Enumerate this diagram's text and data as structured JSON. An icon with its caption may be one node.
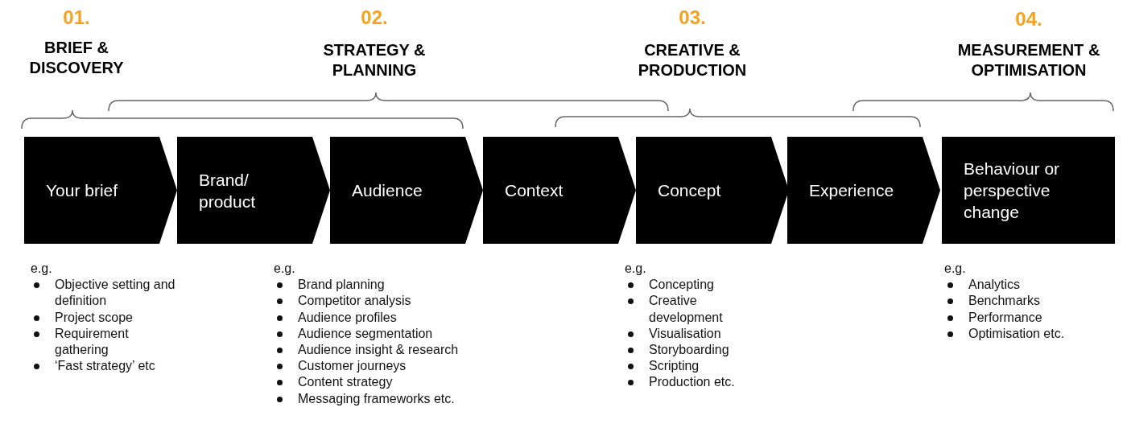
{
  "diagram": {
    "nodes": [
      {
        "text": [
          "Your brief"
        ]
      },
      {
        "text": [
          "Brand/ product"
        ]
      },
      {
        "text": [
          "Audience"
        ]
      },
      {
        "text": [
          "Context"
        ]
      },
      {
        "text": [
          "Concept"
        ]
      },
      {
        "text": [
          "Experience"
        ]
      },
      {
        "text": [
          "Behaviour or perspective change"
        ]
      }
    ],
    "labels": [
      "01.",
      "BRIEF & DISCOVERY",
      "02.",
      "STRATEGY & PLANNING",
      "03.",
      "CREATIVE & PRODUCTION",
      "04.",
      "MEASUREMENT & OPTIMISATION",
      "e.g.",
      "Objective setting and definition",
      "Project scope",
      "Requirement gathering",
      "‘Fast strategy’ etc",
      "e.g.",
      "Brand planning",
      "Competitor analysis",
      "Audience profiles",
      "Audience segmentation",
      "Audience insight & research",
      "Customer journeys",
      "Content strategy",
      "Messaging frameworks etc.",
      "e.g.",
      "Concepting",
      "Creative development",
      "Visualisation",
      "Storyboarding",
      "Scripting",
      "Production etc.",
      "e.g.",
      "Analytics",
      "Benchmarks",
      "Performance",
      "Optimisation etc."
    ]
  }
}
